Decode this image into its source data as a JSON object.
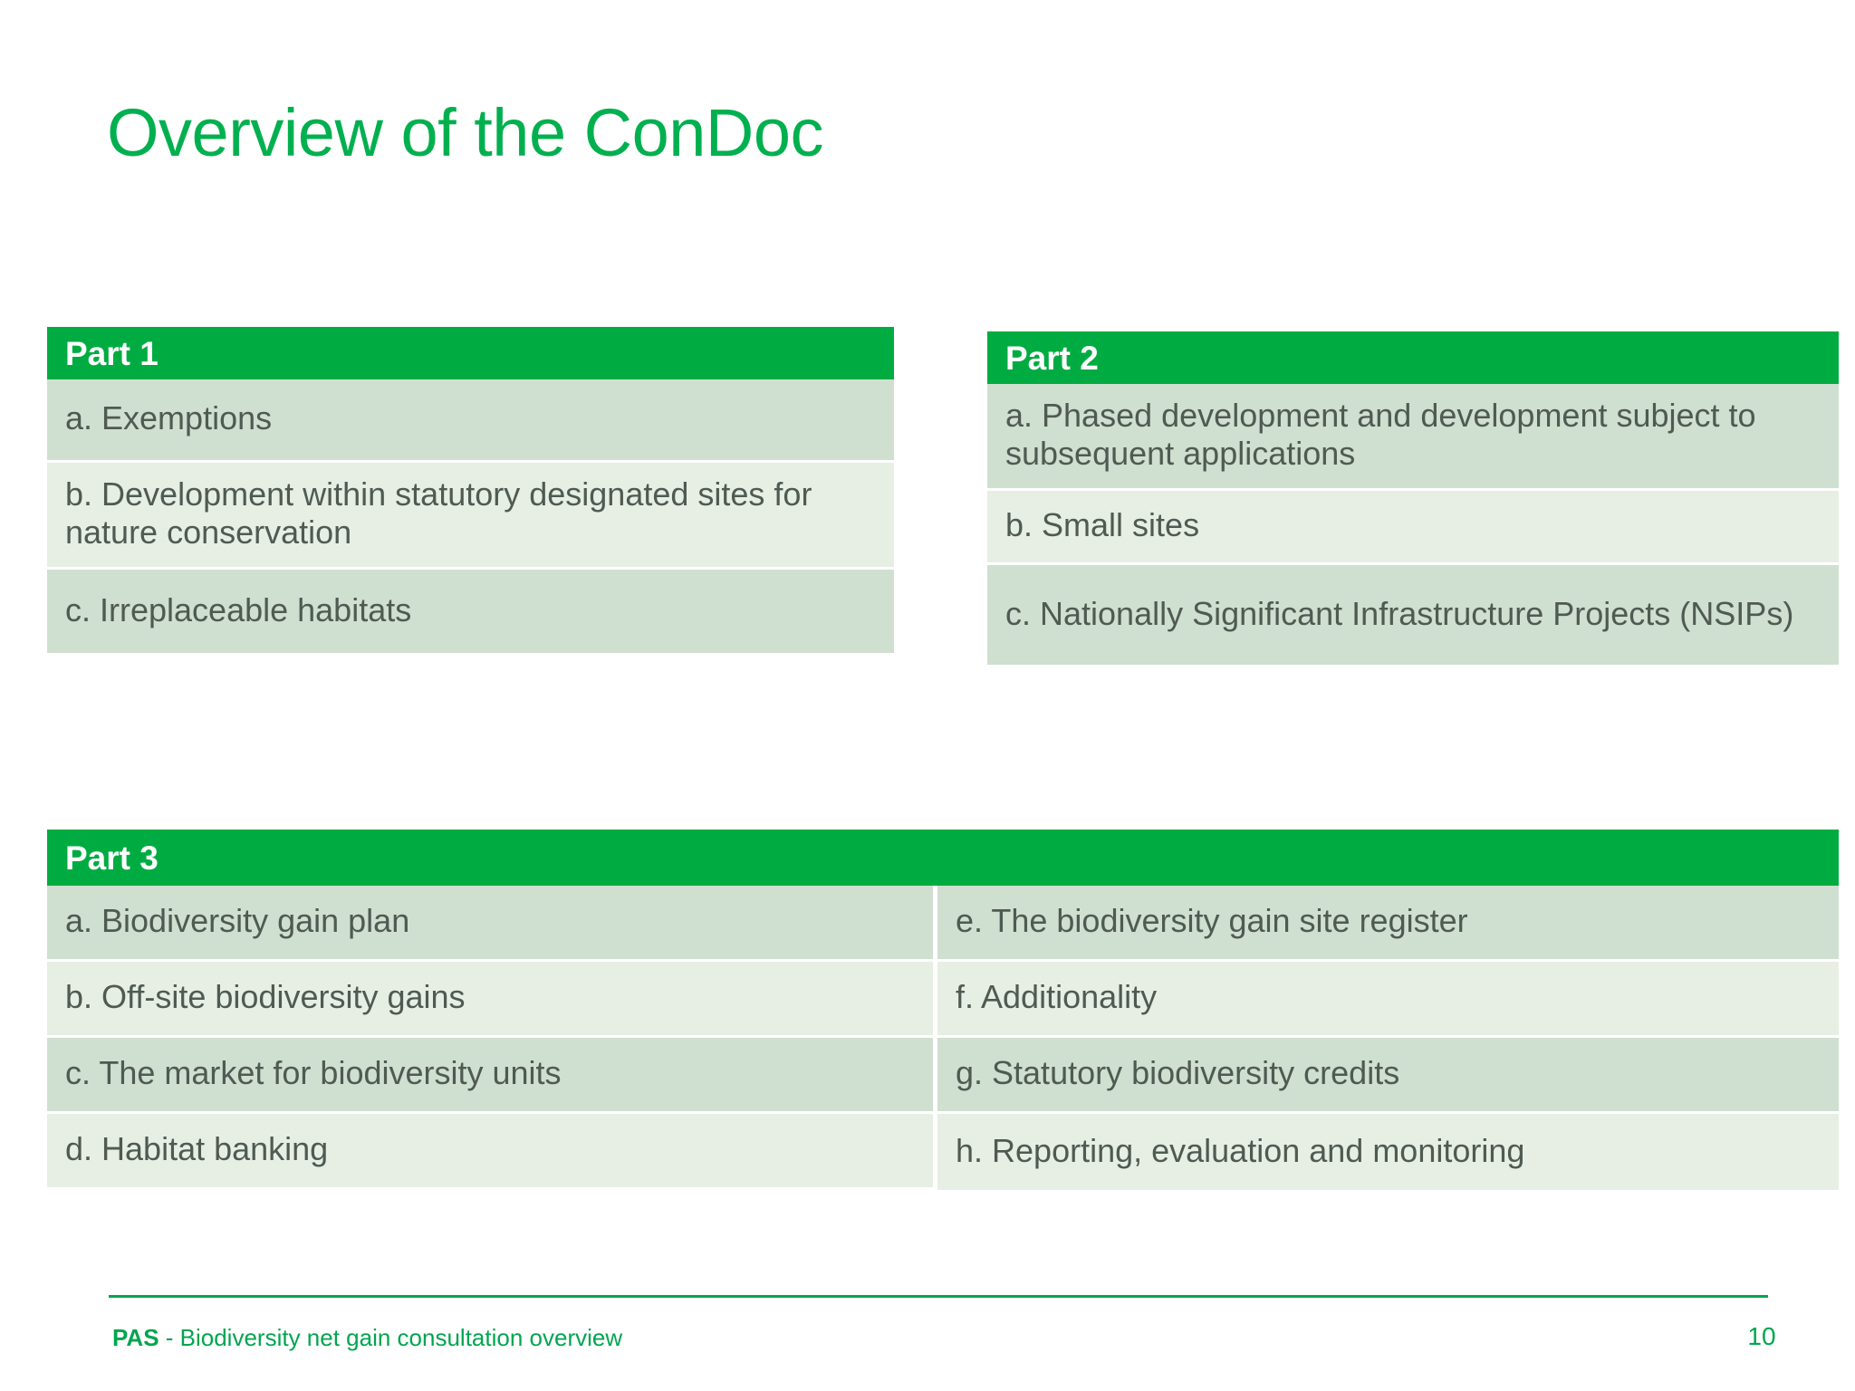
{
  "slide": {
    "title": "Overview of the ConDoc",
    "accent_green": "#00b04f",
    "header_green": "#00ac41",
    "row_shade_dark": "#cfdfd0",
    "row_shade_light": "#e7efe5",
    "row_text_color": "#4f5a52"
  },
  "part1": {
    "header": "Part 1",
    "rows": [
      "a. Exemptions",
      "b. Development within statutory designated sites for nature conservation",
      "c. Irreplaceable habitats"
    ]
  },
  "part2": {
    "header": "Part 2",
    "rows": [
      "a. Phased development and development subject to subsequent applications",
      "b. Small sites",
      "c. Nationally Significant Infrastructure Projects (NSIPs)"
    ]
  },
  "part3": {
    "header": "Part 3",
    "left_rows": [
      "a. Biodiversity gain plan",
      "b. Off-site biodiversity gains",
      "c. The market for biodiversity units",
      "d. Habitat banking"
    ],
    "right_rows": [
      "e. The biodiversity gain site register",
      "f. Additionality",
      "g. Statutory biodiversity credits",
      "h. Reporting, evaluation and monitoring"
    ]
  },
  "footer": {
    "brand": "PAS",
    "separator": " - ",
    "subtitle": "Biodiversity net gain consultation overview",
    "page_number": "10"
  }
}
